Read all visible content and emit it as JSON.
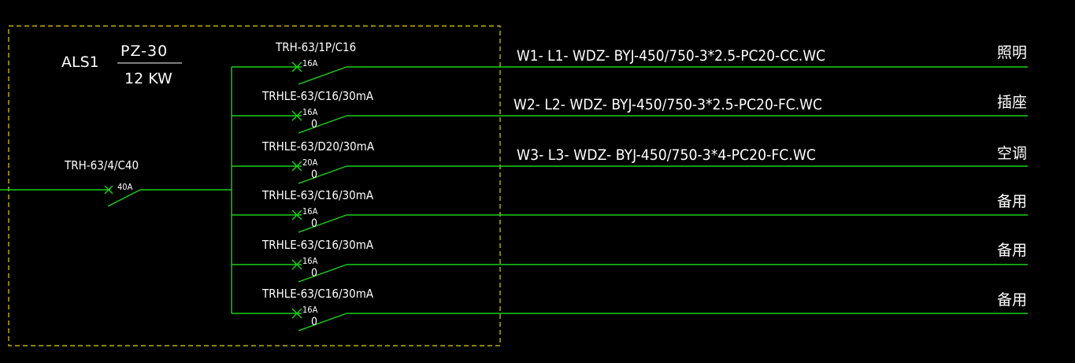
{
  "panel": {
    "id": "ALS1",
    "model": "PZ-30",
    "power": "12 KW"
  },
  "incoming": {
    "breaker": "TRH-63/4/C40",
    "rating": "40A"
  },
  "circuits": [
    {
      "breaker": "TRH-63/1P/C16",
      "rating": "16A",
      "rcd": "",
      "cable": "W1- L1- WDZ- BYJ-450/750-3*2.5-PC20-CC.WC",
      "load": "照明"
    },
    {
      "breaker": "TRHLE-63/C16/30mA",
      "rating": "16A",
      "rcd": "0",
      "cable": "W2- L2- WDZ- BYJ-450/750-3*2.5-PC20-FC.WC",
      "load": "插座"
    },
    {
      "breaker": "TRHLE-63/D20/30mA",
      "rating": "20A",
      "rcd": "0",
      "cable": "W3- L3- WDZ- BYJ-450/750-3*4-PC20-FC.WC",
      "load": "空调"
    },
    {
      "breaker": "TRHLE-63/C16/30mA",
      "rating": "16A",
      "rcd": "0",
      "cable": "",
      "load": "备用"
    },
    {
      "breaker": "TRHLE-63/C16/30mA",
      "rating": "16A",
      "rcd": "0",
      "cable": "",
      "load": "备用"
    },
    {
      "breaker": "TRHLE-63/C16/30mA",
      "rating": "16A",
      "rcd": "0",
      "cable": "",
      "load": "备用"
    }
  ],
  "colors": {
    "background": "#000000",
    "wire": "#19d119",
    "frame": "#e0d000",
    "text": "#ffffff"
  }
}
